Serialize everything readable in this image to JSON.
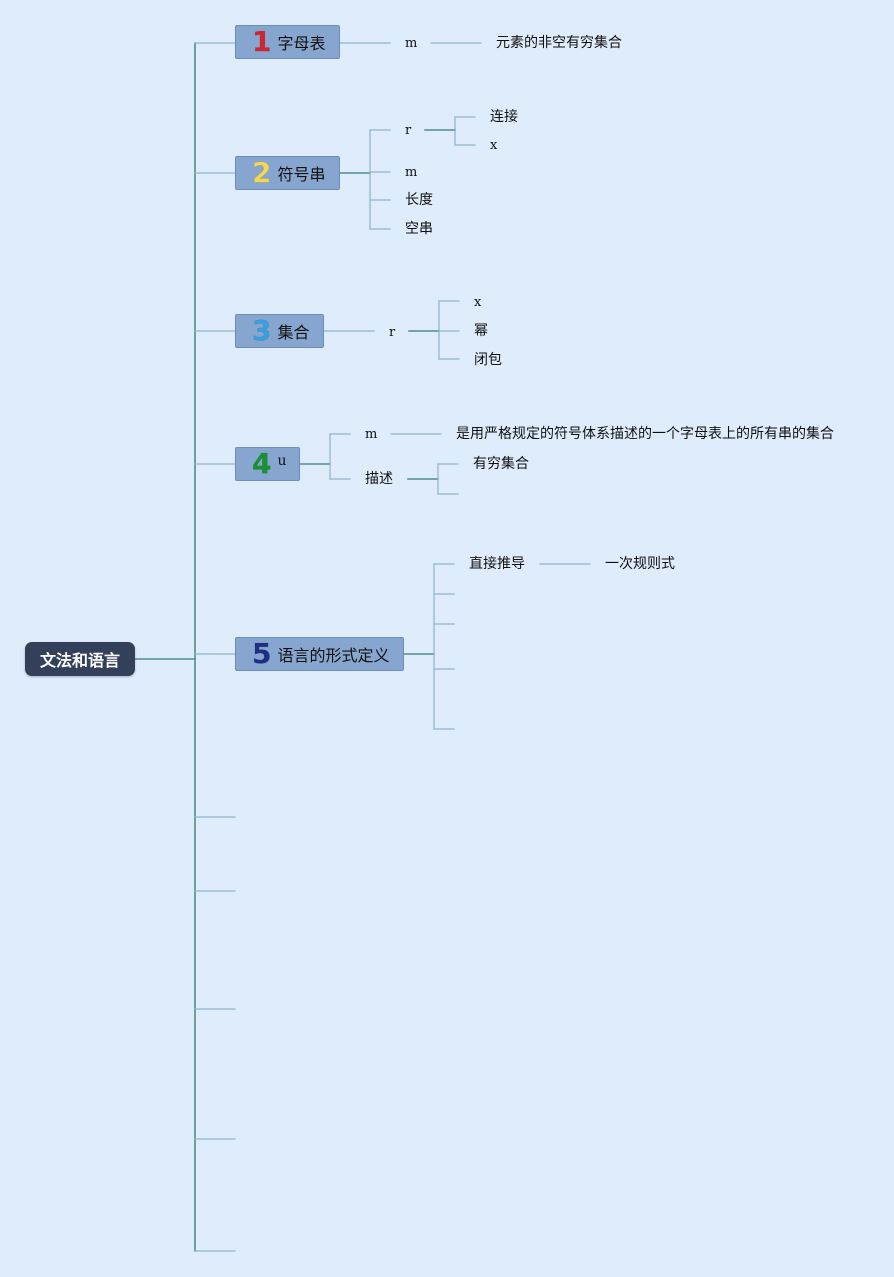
{
  "colors": {
    "background": "#dfecfc",
    "root": "#343f5a",
    "branch": "#87a6cf",
    "line_dark": "#4e8f86",
    "line_light": "#8fb4cb"
  },
  "root": {
    "label": "文法和语言"
  },
  "branches": [
    {
      "number": "1",
      "number_color": "#d3242f",
      "label": "字母表",
      "children": [
        {
          "label": "m",
          "children": [
            "元素的非空有穷集合"
          ]
        }
      ]
    },
    {
      "number": "2",
      "number_color": "#f3d75a",
      "label": "符号串",
      "children": [
        {
          "label": "r",
          "children": [
            "连接",
            "x"
          ]
        },
        {
          "label": "m"
        },
        {
          "label": "长度"
        },
        {
          "label": "空串"
        }
      ]
    },
    {
      "number": "3",
      "number_color": "#3a9ee0",
      "label": "集合",
      "children": [
        {
          "label": "r",
          "children": [
            "x",
            "幂",
            "闭包"
          ]
        }
      ]
    },
    {
      "number": "4",
      "number_color": "#17922f",
      "label": "u",
      "children": [
        {
          "label": "m",
          "children": [
            "是用严格规定的符号体系描述的一个字母表上的所有串的集合"
          ]
        },
        {
          "label": "描述",
          "children": [
            "有穷集合"
          ]
        }
      ]
    },
    {
      "number": "5",
      "number_color": "#1f2f86",
      "label": "语言的形式定义",
      "children": [
        {
          "label": "直接推导",
          "children": [
            "一次规则式"
          ]
        }
      ]
    }
  ]
}
